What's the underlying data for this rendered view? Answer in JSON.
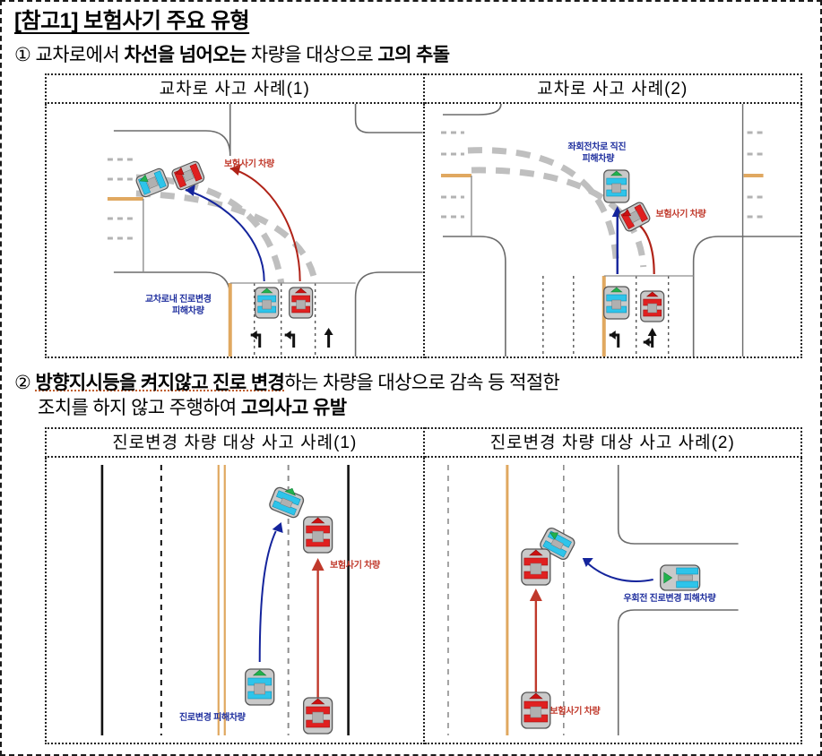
{
  "document": {
    "title": "[참고1] 보험사기 주요 유형"
  },
  "items": [
    {
      "number": "①",
      "text_parts": [
        {
          "t": "교차로에서 ",
          "bold": false
        },
        {
          "t": "차선을 넘어오는",
          "bold": true
        },
        {
          "t": " 차량을 대상으로 ",
          "bold": false
        },
        {
          "t": "고의 추돌",
          "bold": true
        }
      ],
      "full_text": "① 교차로에서 차선을 넘어오는 차량을 대상으로 고의 추돌"
    },
    {
      "number": "②",
      "line1_parts": [
        {
          "t": "방향지시등을 켜지않고 진로 변경",
          "bold": true
        },
        {
          "t": "하는 차량을 대상으로 감속 등 적절한",
          "bold": false
        }
      ],
      "line2_parts": [
        {
          "t": "조치를 하지 않고 주행하여 ",
          "bold": false
        },
        {
          "t": "고의사고 유발",
          "bold": true
        }
      ],
      "full_text": "② 방향지시등을 켜지않고 진로 변경하는 차량을 대상으로 감속 등 적절한 조치를 하지 않고 주행하여 고의사고 유발"
    }
  ],
  "panels_row1": [
    {
      "header": "교차로 사고 사례(1)",
      "labels": [
        {
          "name": "fraud-vehicle-label",
          "text": "보험사기 차량",
          "color": "red"
        },
        {
          "name": "victim-vehicle-label",
          "text": "교차로내 진로변경\n피해차량",
          "color": "blue"
        }
      ]
    },
    {
      "header": "교차로 사고 사례(2)",
      "labels": [
        {
          "name": "victim-vehicle-label",
          "text": "좌회전차로 직진\n피해차량",
          "color": "blue"
        },
        {
          "name": "fraud-vehicle-label",
          "text": "보험사기 차량",
          "color": "red"
        }
      ]
    }
  ],
  "panels_row2": [
    {
      "header": "진로변경 차량 대상 사고 사례(1)",
      "labels": [
        {
          "name": "fraud-vehicle-label",
          "text": "보험사기 차량",
          "color": "red"
        },
        {
          "name": "victim-vehicle-label",
          "text": "진로변경 피해차량",
          "color": "blue"
        }
      ]
    },
    {
      "header": "진로변경 차량 대상 사고 사례(2)",
      "labels": [
        {
          "name": "victim-vehicle-label",
          "text": "우회전 진로변경 피해차량",
          "color": "blue"
        },
        {
          "name": "fraud-vehicle-label",
          "text": "보험사기 차량",
          "color": "red"
        }
      ]
    }
  ],
  "label_texts": {
    "p1_fraud": "보험사기 차량",
    "p1_victim_l1": "교차로내 진로변경",
    "p1_victim_l2": "피해차량",
    "p2_victim_l1": "좌회전차로 직진",
    "p2_victim_l2": "피해차량",
    "p2_fraud": "보험사기 차량",
    "p3_fraud": "보험사기 차량",
    "p3_victim": "진로변경 피해차량",
    "p4_victim": "우회전 진로변경 피해차량",
    "p4_fraud": "보험사기 차량"
  },
  "colors": {
    "fraud_red": "#c0392b",
    "victim_blue": "#1f2f9e",
    "road_gray": "#6b6b6b",
    "center_line_orange": "#e0a860",
    "lane_dash_gray": "#b3b3b3",
    "trajectory_dash": "#bfbfbf",
    "car_body": "#cccccc",
    "car_cyan": "#22b7e8",
    "car_red": "#e02020",
    "signal_green": "#22b14c"
  }
}
